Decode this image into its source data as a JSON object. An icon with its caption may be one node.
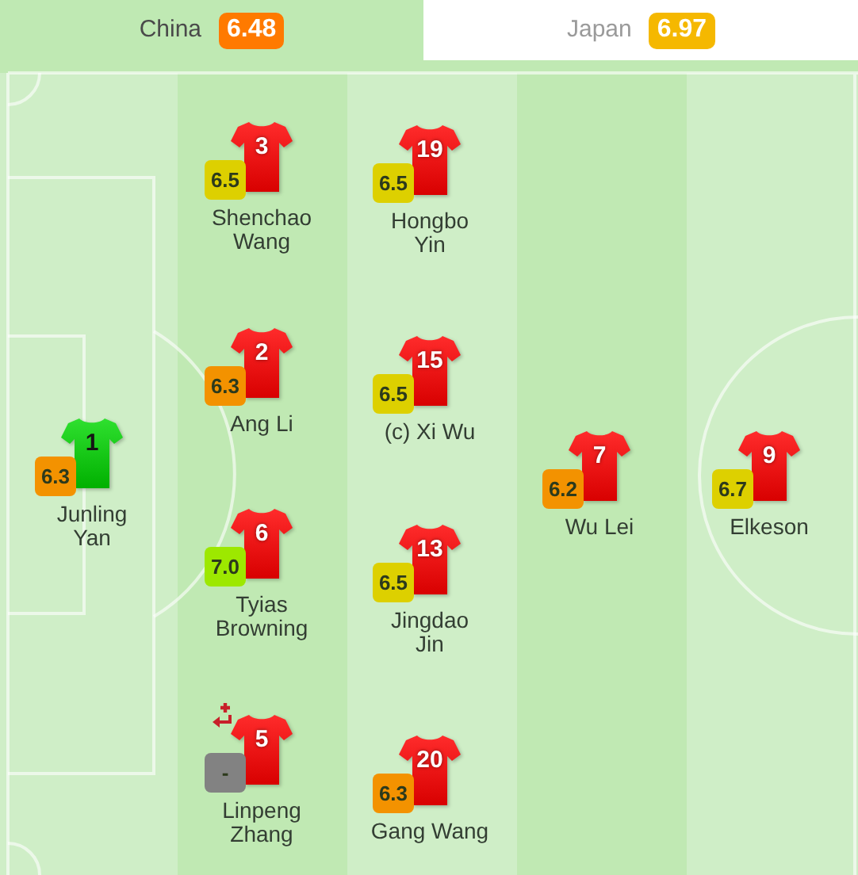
{
  "diagram": {
    "nodes": [
      {
        "text": [
          "China",
          "6.48"
        ]
      },
      {
        "text": [
          "Japan",
          "6.97"
        ]
      },
      {
        "text": [
          "1"
        ],
        "beside": [
          "6.3",
          "Junling Yan"
        ]
      },
      {
        "text": [
          "3"
        ],
        "beside": [
          "6.5",
          "Shenchao Wang"
        ]
      },
      {
        "text": [
          "2"
        ],
        "beside": [
          "6.3",
          "Ang Li"
        ]
      },
      {
        "text": [
          "6"
        ],
        "beside": [
          "7.0",
          "Tyias Browning"
        ]
      },
      {
        "text": [
          "5"
        ],
        "beside": [
          "-",
          "Linpeng Zhang"
        ]
      },
      {
        "text": [
          "19"
        ],
        "beside": [
          "6.5",
          "Hongbo Yin"
        ]
      },
      {
        "text": [
          "15"
        ],
        "beside": [
          "6.5",
          "(c) Xi Wu"
        ]
      },
      {
        "text": [
          "13"
        ],
        "beside": [
          "6.5",
          "Jingdao Jin"
        ]
      },
      {
        "text": [
          "20"
        ],
        "beside": [
          "6.3",
          "Gang Wang"
        ]
      },
      {
        "text": [
          "7"
        ],
        "beside": [
          "6.2",
          "Wu Lei"
        ]
      },
      {
        "text": [
          "9"
        ],
        "beside": [
          "6.7",
          "Elkeson"
        ]
      }
    ]
  }
}
